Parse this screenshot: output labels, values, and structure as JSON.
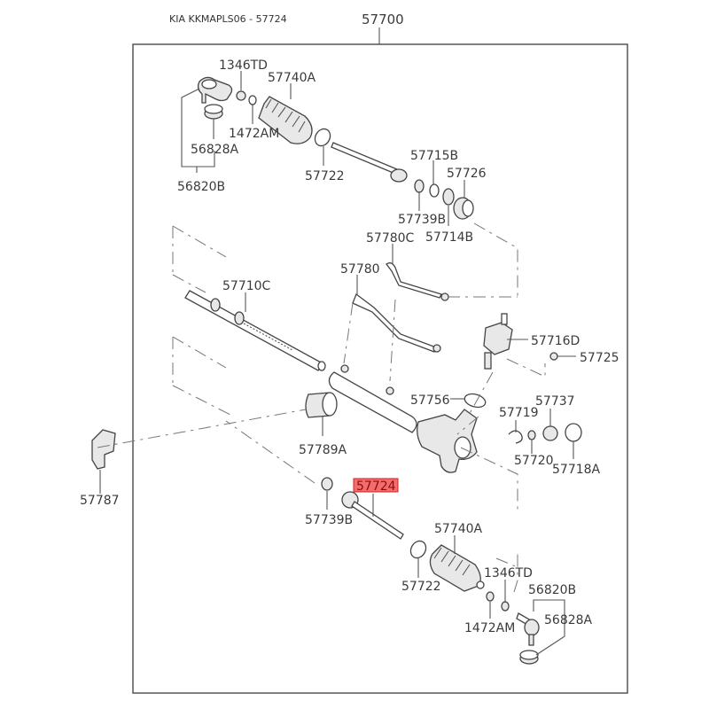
{
  "header": {
    "title": "KIA KKMAPLS06 - 57724",
    "assembly_number": "57700"
  },
  "highlight_color": "#f26d6d",
  "highlighted_part": "57724",
  "callouts": {
    "c1346TD_top": "1346TD",
    "c57740A_top": "57740A",
    "c1472AM_top": "1472AM",
    "c56828A_top": "56828A",
    "c56820B_top": "56820B",
    "c57722_top": "57722",
    "c57715B": "57715B",
    "c57726": "57726",
    "c57739B_top": "57739B",
    "c57714B": "57714B",
    "c57780C": "57780C",
    "c57780": "57780",
    "c57710C": "57710C",
    "c57716D": "57716D",
    "c57725": "57725",
    "c57756": "57756",
    "c57737": "57737",
    "c57719": "57719",
    "c57789A": "57789A",
    "c57720": "57720",
    "c57718A": "57718A",
    "c57787": "57787",
    "c57724": "57724",
    "c57739B_bottom": "57739B",
    "c57740A_bottom": "57740A",
    "c57722_bottom": "57722",
    "c1346TD_bottom": "1346TD",
    "c56820B_bottom": "56820B",
    "c1472AM_bottom": "1472AM",
    "c56828A_bottom": "56828A"
  }
}
